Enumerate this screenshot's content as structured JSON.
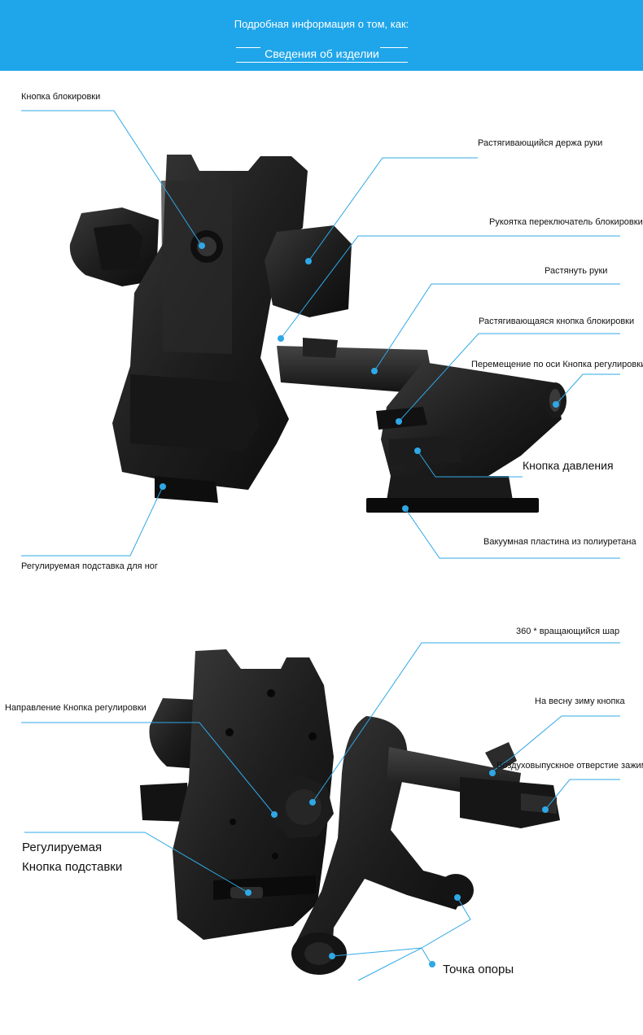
{
  "header": {
    "line1": "Подробная информация о том, как:",
    "line2": "Сведения об изделии",
    "bg_color": "#1fa5ea"
  },
  "accent_color": "#2fa8e6",
  "top_labels": {
    "lock_button": "Кнопка блокировки",
    "extending_arm_holder": "Растягивающийся держа руки",
    "lock_switch_handle": "Рукоятка переключатель блокировки",
    "extend_arms": "Растянуть руки",
    "extending_lock_button": "Растягивающаяся кнопка блокировки",
    "axis_adjust_button": "Перемещение по оси Кнопка регулировки",
    "pressure_button": "Кнопка давления",
    "vacuum_plate": "Вакуумная пластина из полиуретана",
    "adjustable_foot": "Регулируемая подставка для ног"
  },
  "bottom_labels": {
    "rotating_ball": "360 * вращающийся шар",
    "spring_winter_button": "На весну зиму кнопка",
    "vent_clamp": "Воздуховыпускное отверстие зажим",
    "direction_adjust_button": "Направление Кнопка регулировки",
    "adjustable_line1": "Регулируемая",
    "adjustable_line2": "Кнопка подставки",
    "pivot_point": "Точка опоры"
  }
}
